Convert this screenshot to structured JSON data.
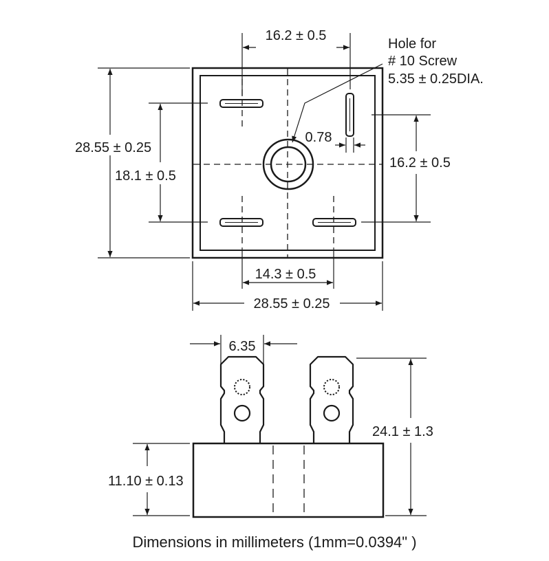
{
  "top_view": {
    "dim_top_terminal_spacing": "16.2 ± 0.5",
    "hole_label_line1": "Hole for",
    "hole_label_line2": "# 10 Screw",
    "hole_label_line3": "5.35 ± 0.25DIA.",
    "dim_terminal_width": "0.78",
    "dim_right_terminal_spacing": "16.2 ±  0.5",
    "dim_body_height": "28.55 ± 0.25",
    "dim_left_terminal_spacing": "18.1 ±  0.5",
    "dim_bottom_terminal_spacing": "14.3 ±  0.5",
    "dim_body_width": "28.55 ± 0.25"
  },
  "side_view": {
    "dim_tab_width": "6.35",
    "dim_total_height": "24.1 ±  1.3",
    "dim_body_thickness": "11.10 ± 0.13"
  },
  "caption": "Dimensions in millimeters (1mm=0.0394\" )",
  "colors": {
    "line": "#1a1a1a",
    "background": "#ffffff"
  }
}
